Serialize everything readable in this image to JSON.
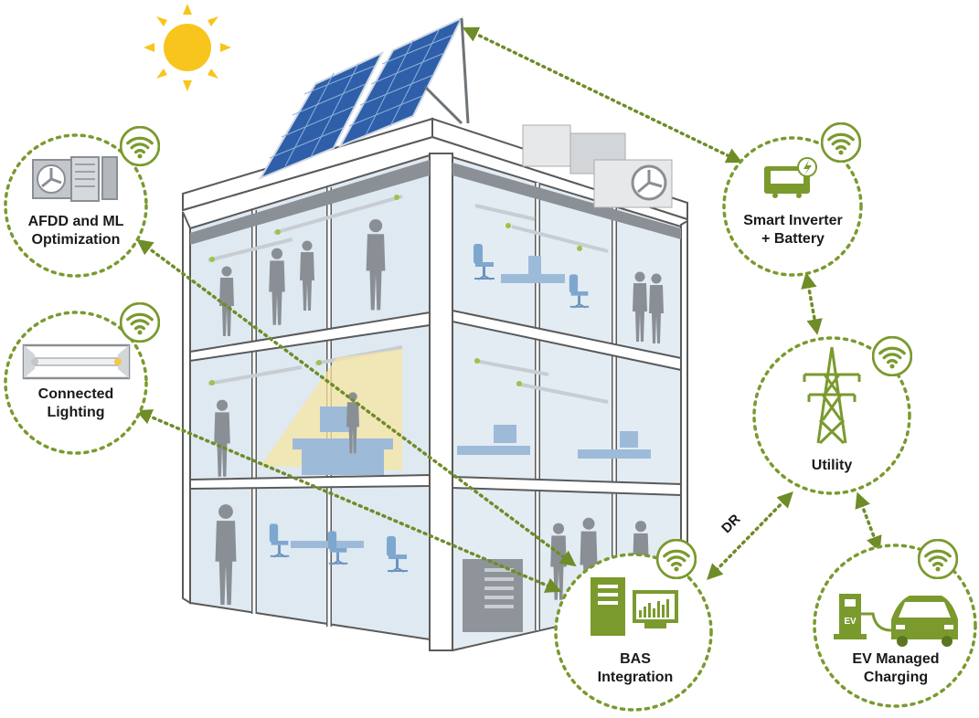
{
  "colors": {
    "accent": "#7a9a2e",
    "building_frame": "#5a5a5a",
    "glass": "#dfe9f1",
    "solar_panel": "#2e5fa8",
    "sun": "#f7c51c"
  },
  "nodes": {
    "afdd": {
      "line1": "AFDD and ML",
      "line2": "Optimization",
      "icon": "hvac-unit-icon"
    },
    "lighting": {
      "line1": "Connected",
      "line2": "Lighting",
      "icon": "light-fixture-icon"
    },
    "inverter": {
      "line1": "Smart Inverter",
      "line2": "+ Battery",
      "icon": "battery-inverter-icon"
    },
    "utility": {
      "line1": "Utility",
      "icon": "transmission-tower-icon"
    },
    "bas": {
      "line1": "BAS",
      "line2": "Integration",
      "icon": "computer-server-icon"
    },
    "ev": {
      "line1": "EV Managed",
      "line2": "Charging",
      "icon": "ev-charger-car-icon",
      "charger_text": "EV"
    }
  },
  "edge_labels": {
    "dr": "DR"
  },
  "wireless_icon": "wifi-icon"
}
